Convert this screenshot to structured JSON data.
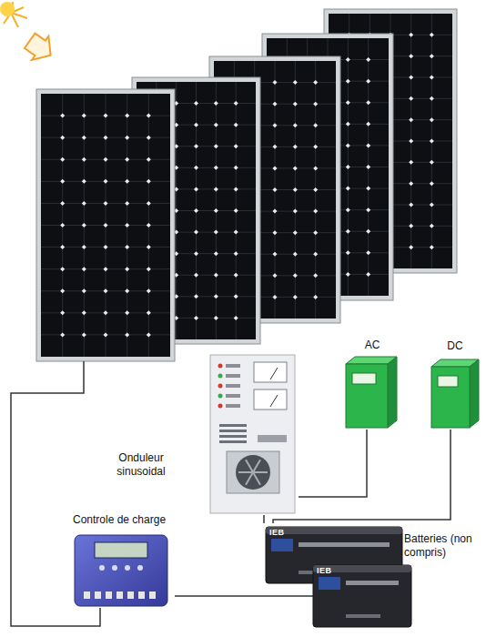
{
  "diagram": {
    "nodes": [
      {
        "text": [
          "Onduleur sinusoidal"
        ]
      },
      {
        "text": [
          "AC"
        ]
      },
      {
        "text": [
          "DC"
        ]
      },
      {
        "text": [
          "Controle de charge"
        ]
      },
      {
        "text": [
          "Batteries (non compris)"
        ]
      }
    ],
    "edges": [
      {
        "from": 0,
        "to": 1,
        "arrow": "none"
      },
      {
        "from": 4,
        "to": 2,
        "arrow": "none"
      },
      {
        "from": 4,
        "to": 0,
        "arrow": "none"
      },
      {
        "from": 3,
        "to": 4,
        "arrow": "none"
      }
    ],
    "labels": [
      "IEB",
      "IEB"
    ]
  }
}
